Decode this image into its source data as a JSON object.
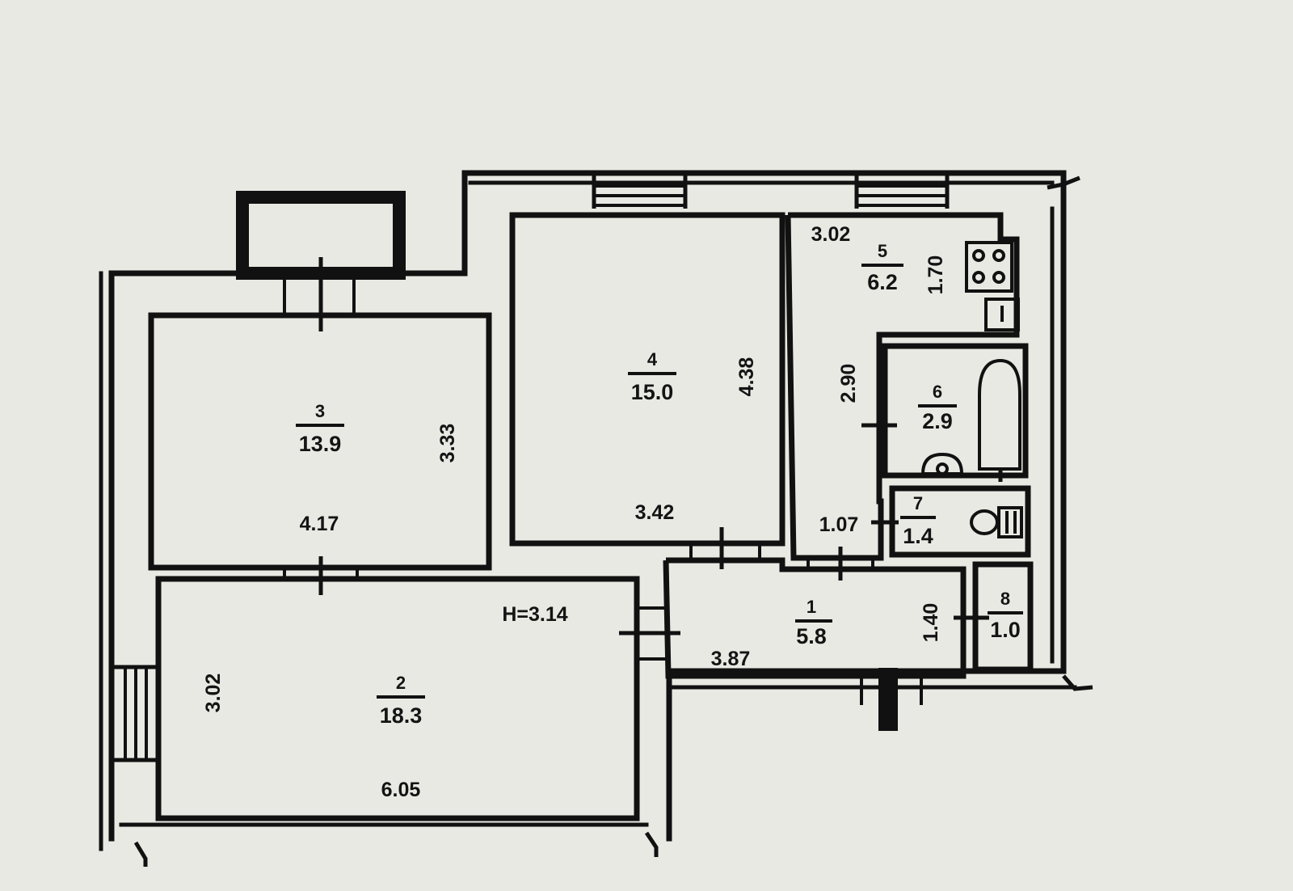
{
  "plan": {
    "ceiling_height": "H=3.14",
    "rooms": [
      {
        "id": "r1",
        "number": "1",
        "area": "5.8",
        "dim_a": "3.87",
        "dim_b": "1.40"
      },
      {
        "id": "r2",
        "number": "2",
        "area": "18.3",
        "dim_a": "6.05",
        "dim_b": "3.02"
      },
      {
        "id": "r3",
        "number": "3",
        "area": "13.9",
        "dim_a": "4.17",
        "dim_b": "3.33"
      },
      {
        "id": "r4",
        "number": "4",
        "area": "15.0",
        "dim_a": "3.42",
        "dim_b": "4.38"
      },
      {
        "id": "r5",
        "number": "5",
        "area": "6.2",
        "dim_a": "3.02",
        "dim_b": "1.70"
      },
      {
        "id": "r6",
        "number": "6",
        "area": "2.9",
        "dim_a": "2.90"
      },
      {
        "id": "r7",
        "number": "7",
        "area": "1.4",
        "dim_a": "1.07"
      },
      {
        "id": "r8",
        "number": "8",
        "area": "1.0"
      }
    ]
  }
}
